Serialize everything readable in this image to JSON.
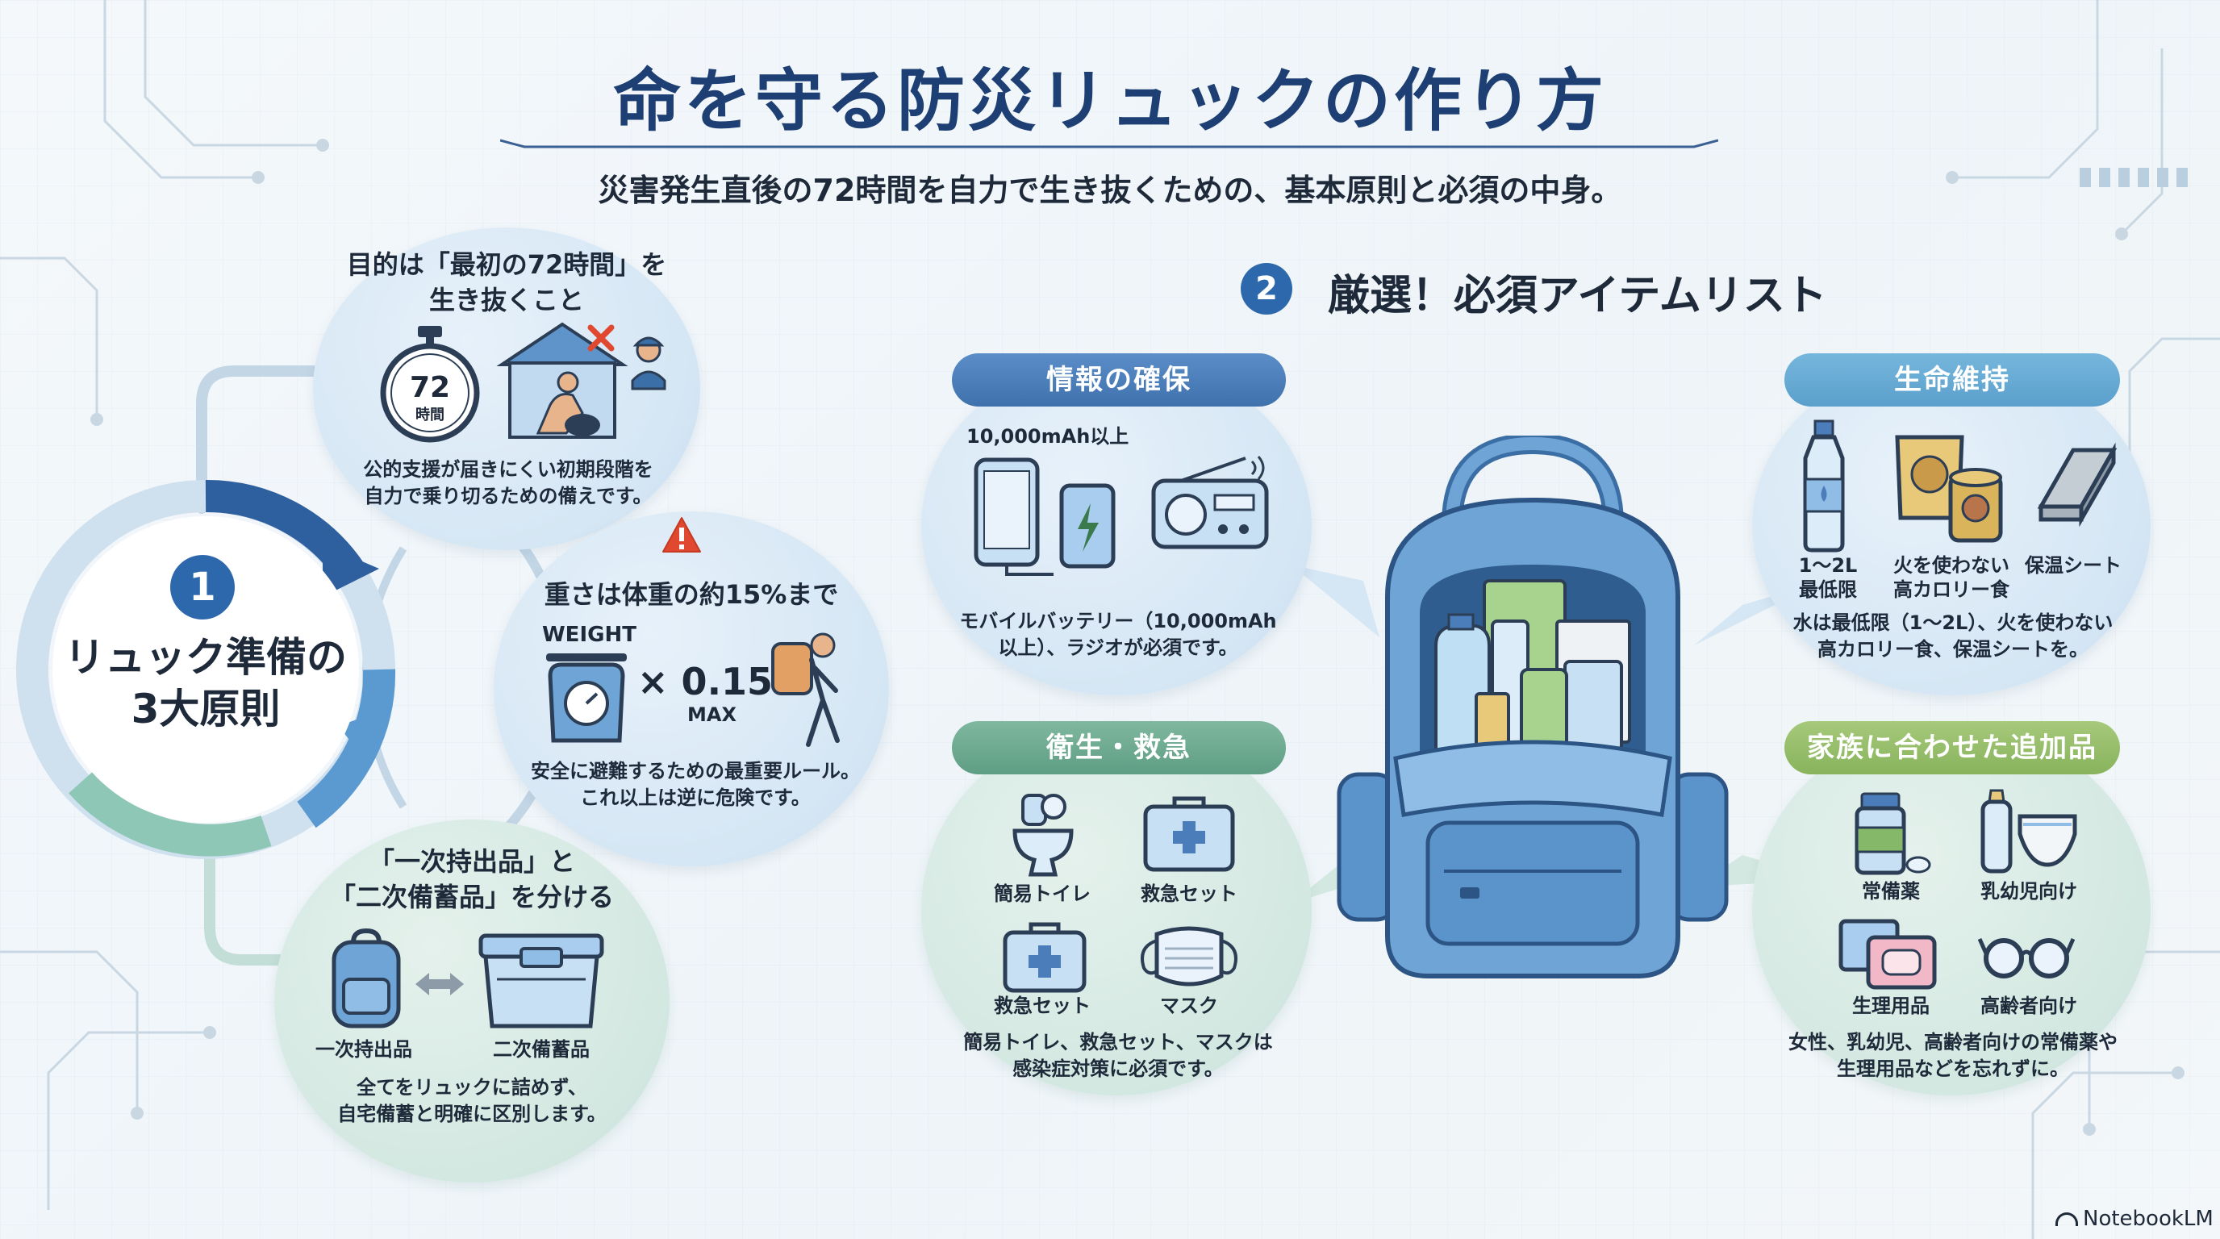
{
  "header": {
    "title": "命を守る防災リュックの作り方",
    "subtitle": "災害発生直後の72時間を自力で生き抜くための、基本原則と必須の中身。"
  },
  "principles": {
    "number": "1",
    "title_line1": "リュック準備の",
    "title_line2": "3大原則",
    "items": [
      {
        "title_line1": "目的は「最初の72時間」を",
        "title_line2": "生き抜くこと",
        "timer_value": "72",
        "timer_unit": "時間",
        "desc_line1": "公的支援が届きにくい初期段階を",
        "desc_line2": "自力で乗り切るための備えです。"
      },
      {
        "title": "重さは体重の約15%まで",
        "weight_label": "WEIGHT",
        "multiplier": "× 0.15",
        "max_label": "MAX",
        "desc_line1": "安全に避難するための最重要ルール。",
        "desc_line2": "これ以上は逆に危険です。"
      },
      {
        "title_line1": "「一次持出品」と",
        "title_line2": "「二次備蓄品」を分ける",
        "primary_label": "一次持出品",
        "secondary_label": "二次備蓄品",
        "desc_line1": "全てをリュックに詰めず、",
        "desc_line2": "自宅備蓄と明確に区別します。"
      }
    ]
  },
  "items_section": {
    "number": "2",
    "title": "厳選！必須アイテムリスト",
    "groups": [
      {
        "pill": "情報の確保",
        "top_label": "10,000mAh以上",
        "desc_line1": "モバイルバッテリー（10,000mAh",
        "desc_line2": "以上）、ラジオが必須です。"
      },
      {
        "pill": "生命維持",
        "items": [
          "1〜2L",
          "最低限",
          "火を使わない",
          "高カロリー食",
          "保温シート"
        ],
        "desc_line1": "水は最低限（1〜2L）、火を使わない",
        "desc_line2": "高カロリー食、保温シートを。"
      },
      {
        "pill": "衛生・救急",
        "items": [
          "簡易トイレ",
          "救急セット",
          "救急セット",
          "マスク"
        ],
        "desc_line1": "簡易トイレ、救急セット、マスクは",
        "desc_line2": "感染症対策に必須です。"
      },
      {
        "pill": "家族に合わせた追加品",
        "items": [
          "常備薬",
          "乳幼児向け",
          "生理用品",
          "高齢者向け"
        ],
        "desc_line1": "女性、乳幼児、高齢者向けの常備薬や",
        "desc_line2": "生理用品などを忘れずに。"
      }
    ]
  },
  "footer": {
    "brand": "NotebookLM"
  },
  "colors": {
    "title": "#1d3f73",
    "badge": "#2d68ad",
    "bubble_blue": "#d5e6f4",
    "bubble_green": "#d3e8e1",
    "pill_blue": "#4a7dba",
    "pill_sky": "#66aad3",
    "pill_green": "#6aa88e",
    "pill_lime": "#94bd68",
    "warning": "#e0492f"
  }
}
